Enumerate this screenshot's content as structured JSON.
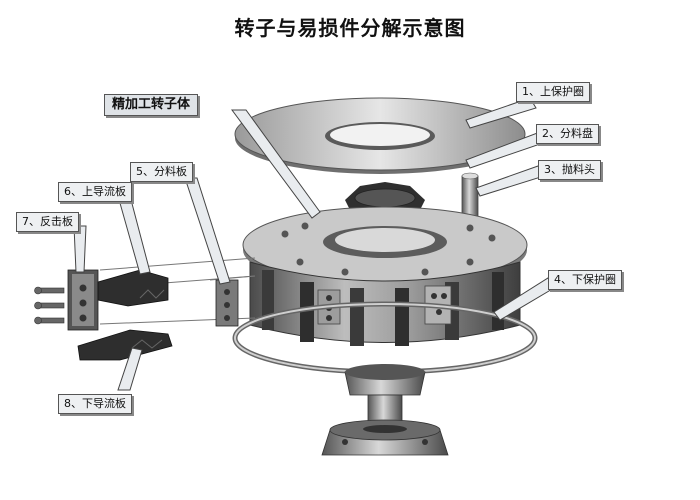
{
  "title": "转子与易损件分解示意图",
  "labels": {
    "rotor_body": "精加工转子体",
    "upper_guard": "1、上保护圈",
    "distributor_plate": "2、分料盘",
    "throwing_head": "3、抛料头",
    "lower_guard": "4、下保护圈",
    "distributor_board": "5、分料板",
    "upper_guide": "6、上导流板",
    "counter_plate": "7、反击板",
    "lower_guide": "8、下导流板"
  },
  "colors": {
    "metal_dark": "#3a3a3a",
    "metal_mid": "#8a8a8a",
    "metal_light": "#cfcfcf",
    "callout_bg": "#eef0f2"
  }
}
